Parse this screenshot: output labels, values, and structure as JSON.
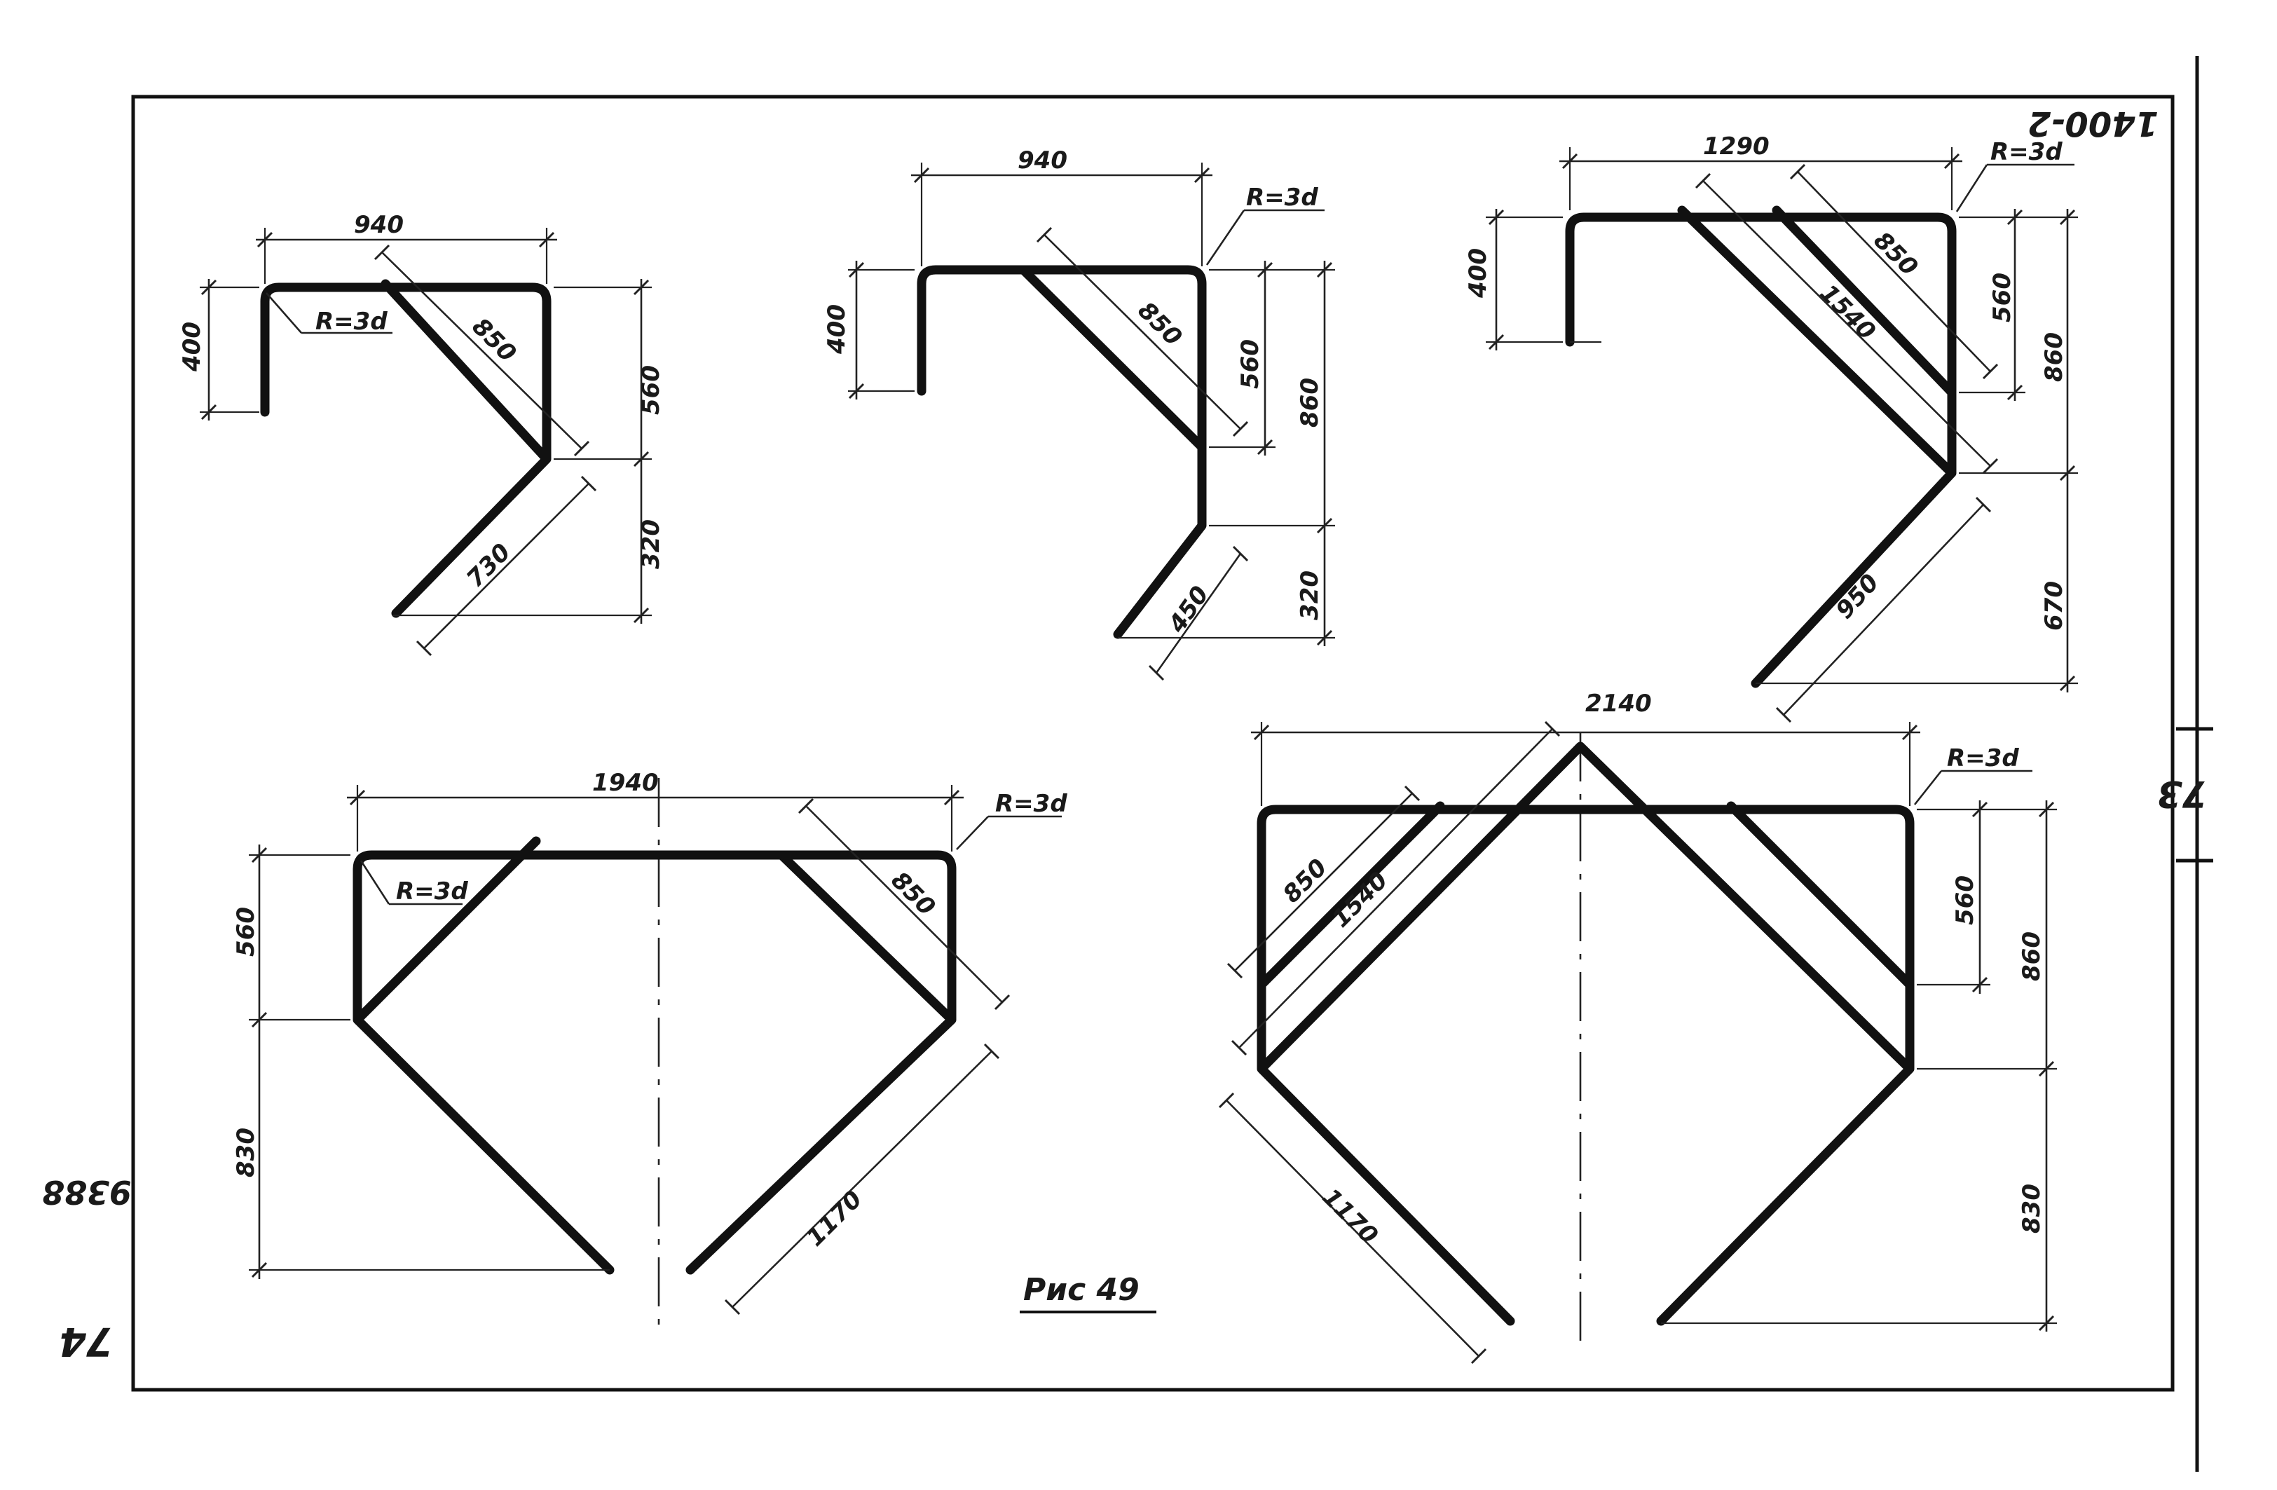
{
  "sheet": {
    "code": "1400-2",
    "page_number": "73",
    "inventory_left": "74",
    "inventory_left_2": "9388",
    "caption": "Рис 49"
  },
  "fig1": {
    "d_940": "940",
    "d_400": "400",
    "radius": "R=3d",
    "d_850": "850",
    "d_560": "560",
    "d_730": "730",
    "d_320": "320"
  },
  "fig2": {
    "d_940": "940",
    "radius": "R=3d",
    "d_400": "400",
    "d_850": "850",
    "d_560": "560",
    "d_860": "860",
    "d_450": "450",
    "d_320": "320"
  },
  "fig3": {
    "d_1290": "1290",
    "radius": "R=3d",
    "d_400": "400",
    "d_850": "850",
    "d_1540": "1540",
    "d_560": "560",
    "d_860": "860",
    "d_950": "950",
    "d_670": "670"
  },
  "fig4": {
    "d_1940": "1940",
    "radius_right": "R=3d",
    "radius_left": "R=3d",
    "d_560": "560",
    "d_850": "850",
    "d_830": "830",
    "d_1170": "1170"
  },
  "fig5": {
    "d_2140": "2140",
    "radius": "R=3d",
    "d_850": "850",
    "d_1540": "1540",
    "d_560": "560",
    "d_860": "860",
    "d_1170": "1170",
    "d_830": "830"
  }
}
